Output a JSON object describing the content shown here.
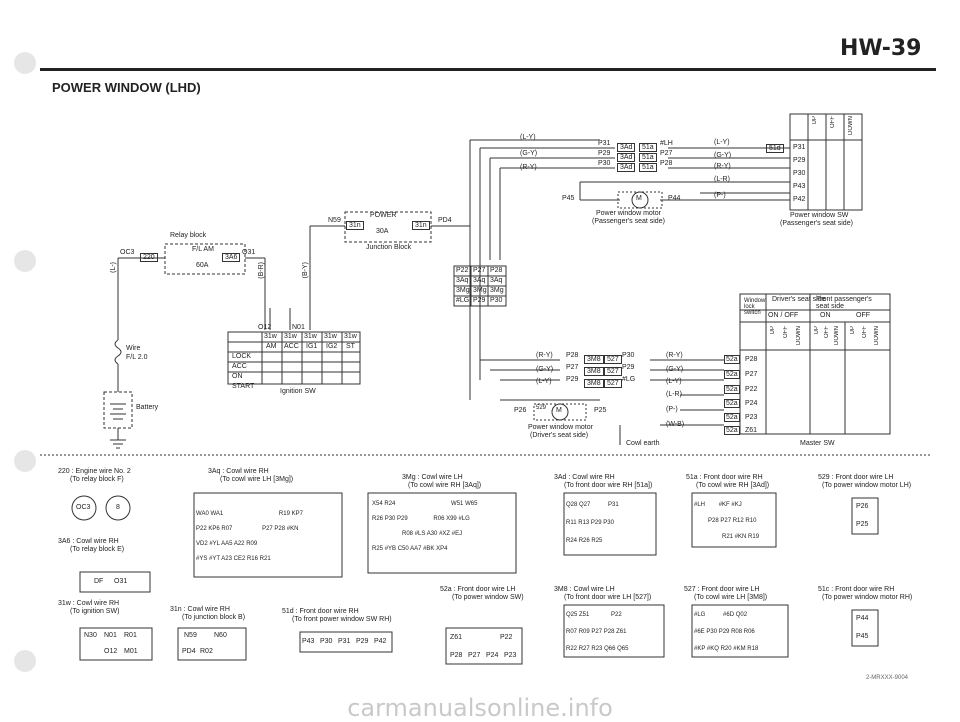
{
  "header": {
    "page_no": "HW-39",
    "title": "POWER WINDOW (LHD)"
  },
  "wire_codes": {
    "passenger_top": [
      "(L-Y)",
      "(G-Y)",
      "(R-Y)"
    ],
    "passenger_right": [
      "(L-Y)",
      "(G-Y)",
      "(R-Y)",
      "(L-R)",
      "(P-)"
    ],
    "master_left": [
      "(R-Y)",
      "(G-Y)",
      "(L-Y)"
    ],
    "master_right": [
      "(R-Y)",
      "(G-Y)",
      "(L-Y)",
      "(L-R)",
      "(P-)",
      "(W-B)"
    ],
    "vertical": [
      "(L-)",
      "(B-R)",
      "(B-Y)"
    ]
  },
  "relay": {
    "block_label": "Relay block",
    "fuse_label": "F/L AM",
    "fuse_rating": "60A",
    "left_pin": "OC3",
    "left_conn": "220",
    "right_pin": "O31",
    "right_conn": "3A6"
  },
  "junction": {
    "fuse_label": "POWER",
    "fuse_rating": "30A",
    "block_label": "Junction Block",
    "left_pin": "N59",
    "right_pin": "PD4",
    "conn": "31n"
  },
  "pins_passenger": {
    "left": [
      "P31",
      "P29",
      "P30"
    ],
    "right": [
      "#LH",
      "P27",
      "P28"
    ],
    "conn_a": "3Ad",
    "conn_b": "51a"
  },
  "pins_3aq": {
    "row1": [
      "P22",
      "P27",
      "P28"
    ],
    "row2": [
      "3Aq",
      "3Aq",
      "3Aq"
    ],
    "row3": [
      "3Mg",
      "3Mg",
      "3Mg"
    ],
    "row4": [
      "#LG",
      "P29",
      "P30"
    ]
  },
  "motor_passenger": {
    "pin_l": "P45",
    "pin_r": "P44",
    "conn": "51c",
    "label": "M",
    "desc1": "Power window motor",
    "desc2": "(Passenger's seat side)"
  },
  "pw_sw": {
    "pins": [
      "P31",
      "P29",
      "P30",
      "P43",
      "P42"
    ],
    "conn": "51d",
    "cols": [
      "UP",
      "OFF",
      "DOWN"
    ],
    "title1": "Power window SW",
    "title2": "(Passenger's seat side)"
  },
  "ign_sw": {
    "pins_top": [
      "O12",
      "N01"
    ],
    "conns": [
      "31w",
      "31w",
      "31w",
      "31w",
      "31w"
    ],
    "cols": [
      "AM",
      "ACC",
      "IG1",
      "IG2",
      "ST"
    ],
    "rows": [
      "LOCK",
      "ACC",
      "ON",
      "START"
    ],
    "label": "Ignition SW"
  },
  "wire": {
    "name": "Wire",
    "size": "F/L 2.0"
  },
  "battery": "Battery",
  "master_conn": {
    "left": [
      "P28",
      "P27",
      "P29"
    ],
    "right": [
      "P30",
      "P29",
      "#LG"
    ],
    "a": "3M8",
    "b": "527"
  },
  "motor_driver": {
    "pin_l": "P26",
    "pin_r": "P25",
    "conn": "529",
    "label": "M",
    "desc1": "Power window motor",
    "desc2": "(Driver's seat side)"
  },
  "cowl_earth": "Cowl earth",
  "master_sw": {
    "title": "Master SW",
    "lock_title": "Window lock switch",
    "driver": "Driver's seat side",
    "front": "Front passenger's seat side",
    "sub": [
      "ON / OFF",
      "ON",
      "OFF"
    ],
    "cols": [
      "UP",
      "OFF",
      "DOWN",
      "UP",
      "OFF",
      "DOWN",
      "UP",
      "OFF",
      "DOWN"
    ],
    "conn": "52a",
    "pins": [
      "P28",
      "P27",
      "P22",
      "P24",
      "P23",
      "Z61"
    ]
  },
  "legend": [
    {
      "title": "220 : Engine wire No. 2",
      "sub": "(To relay block F)"
    },
    {
      "title": "3Aq : Cowl wire RH",
      "sub": "(To cowl wire LH [3Mg])"
    },
    {
      "title": "3Mg : Cowl wire LH",
      "sub": "(To cowl wire RH [3Aq])"
    },
    {
      "title": "3Ad : Cowl wire RH",
      "sub": "(To front door wire RH [51a])"
    },
    {
      "title": "51a : Front door wire RH",
      "sub": "(To cowl wire RH [3Ad])"
    },
    {
      "title": "529 : Front door wire LH",
      "sub": "(To power window motor LH)"
    },
    {
      "title": "3A6 : Cowl wire RH",
      "sub": "(To relay block E)"
    },
    {
      "title": "52a : Front door wire LH",
      "sub": "(To power window SW)"
    },
    {
      "title": "3M8 : Cowl wire LH",
      "sub": "(To front door wire LH [527])"
    },
    {
      "title": "527 : Front door wire LH",
      "sub": "(To cowl wire LH [3M8])"
    },
    {
      "title": "51c : Front door wire RH",
      "sub": "(To power window motor RH)"
    },
    {
      "title": "31w : Cowl wire RH",
      "sub": "(To ignition SW)"
    },
    {
      "title": "31n : Cowl wire RH",
      "sub": "(To junction block B)"
    },
    {
      "title": "51d : Front door wire RH",
      "sub": "(To front power window SW RH)"
    }
  ],
  "conn_cells": {
    "c220": [
      "OC3",
      "8"
    ],
    "c3a6": [
      "DF",
      "O31"
    ],
    "c31w": [
      "N30",
      "N01",
      "R01",
      "O12",
      "M01"
    ],
    "c3aq": [
      "WA0",
      "WA1",
      "R19",
      "KP7",
      "P22",
      "KP6",
      "R07",
      "P27",
      "P28",
      "#KN",
      "VD2",
      "#YL",
      "AA5",
      "A22",
      "R09",
      "#YS",
      "#YT",
      "A23",
      "CE2",
      "R16",
      "R21"
    ],
    "c31n": [
      "N59",
      "N60",
      "PD4",
      "R02"
    ],
    "c51d": [
      "P43",
      "P30",
      "P31",
      "P29",
      "P42"
    ],
    "c3mg": [
      "X54",
      "R24",
      "W51",
      "W65",
      "R26",
      "P30",
      "P29",
      "R06",
      "X99",
      "#LG",
      "R08",
      "#LS",
      "A30",
      "#XZ",
      "#EJ",
      "R25",
      "#YB",
      "C50",
      "AA7",
      "#BK",
      "XP4"
    ],
    "c52a": [
      "Z61",
      "P22",
      "P28",
      "P27",
      "P24",
      "P23"
    ],
    "c3ad": [
      "Q28",
      "Q27",
      "P31",
      "R11",
      "R13",
      "P29",
      "P30",
      "R24",
      "R26",
      "R25"
    ],
    "c3m8": [
      "Q25",
      "Z51",
      "P22",
      "R07",
      "R09",
      "P27",
      "P28",
      "Z61",
      "R22",
      "R27",
      "R23",
      "Q66",
      "Q65"
    ],
    "c51a": [
      "#LH",
      "#KF",
      "#KJ",
      "P28",
      "P27",
      "R12",
      "R10",
      "R21",
      "#KN",
      "R19"
    ],
    "c527": [
      "#LG",
      "#6D",
      "Q02",
      "#6E",
      "P30",
      "P29",
      "R08",
      "R06",
      "#KP",
      "#KQ",
      "R20",
      "#KM",
      "R18"
    ],
    "c529": [
      "P26",
      "P25"
    ],
    "c51c": [
      "P44",
      "P45"
    ]
  },
  "footer": {
    "watermark": "carmanualsonline.info",
    "code": "2-MRXXX-9004"
  }
}
